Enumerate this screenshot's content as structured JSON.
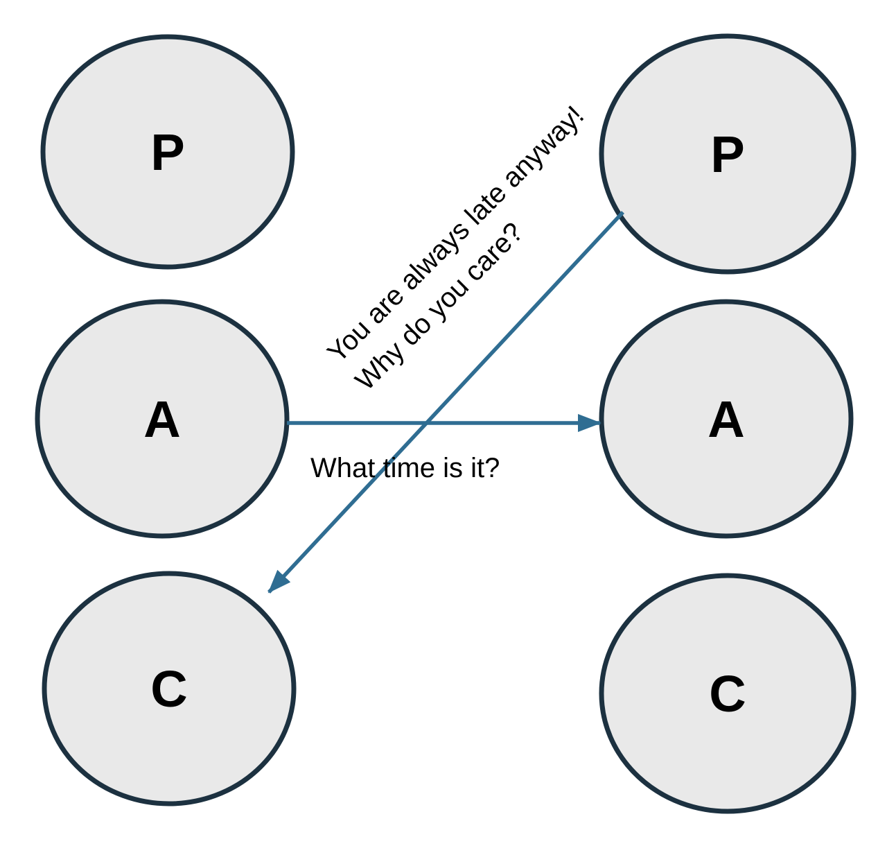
{
  "colors": {
    "node_fill": "#e9e9e9",
    "node_stroke": "#1c3140",
    "arrow": "#2f6d92",
    "text": "#000000"
  },
  "nodes": {
    "left": [
      {
        "label": "P"
      },
      {
        "label": "A"
      },
      {
        "label": "C"
      }
    ],
    "right": [
      {
        "label": "P"
      },
      {
        "label": "A"
      },
      {
        "label": "C"
      }
    ]
  },
  "arrows": {
    "stimulus": {
      "label": "What time is it?"
    },
    "response": {
      "line1": "You are always late anyway!",
      "line2": "Why do you care?"
    }
  }
}
